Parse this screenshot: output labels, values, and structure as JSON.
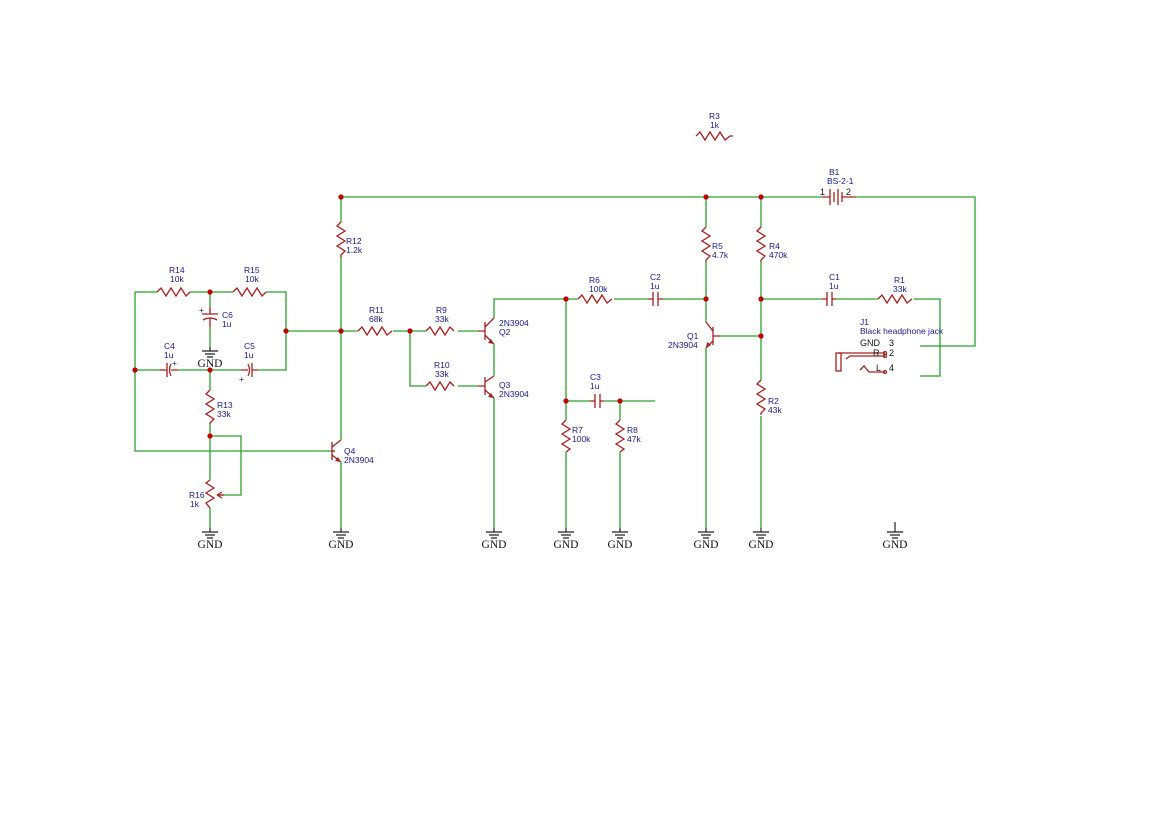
{
  "gnd_label": "GND",
  "components": {
    "R1": {
      "ref": "R1",
      "value": "33k"
    },
    "R2": {
      "ref": "R2",
      "value": "43k"
    },
    "R3": {
      "ref": "R3",
      "value": "1k"
    },
    "R4": {
      "ref": "R4",
      "value": "470k"
    },
    "R5": {
      "ref": "R5",
      "value": "4.7k"
    },
    "R6": {
      "ref": "R6",
      "value": "100k"
    },
    "R7": {
      "ref": "R7",
      "value": "100k"
    },
    "R8": {
      "ref": "R8",
      "value": "47k"
    },
    "R9": {
      "ref": "R9",
      "value": "33k"
    },
    "R10": {
      "ref": "R10",
      "value": "33k"
    },
    "R11": {
      "ref": "R11",
      "value": "68k"
    },
    "R12": {
      "ref": "R12",
      "value": "1.2k"
    },
    "R13": {
      "ref": "R13",
      "value": "33k"
    },
    "R14": {
      "ref": "R14",
      "value": "10k"
    },
    "R15": {
      "ref": "R15",
      "value": "10k"
    },
    "R16": {
      "ref": "R16",
      "value": "1k"
    },
    "C1": {
      "ref": "C1",
      "value": "1u"
    },
    "C2": {
      "ref": "C2",
      "value": "1u"
    },
    "C3": {
      "ref": "C3",
      "value": "1u"
    },
    "C4": {
      "ref": "C4",
      "value": "1u"
    },
    "C5": {
      "ref": "C5",
      "value": "1u"
    },
    "C6": {
      "ref": "C6",
      "value": "1u"
    },
    "Q1": {
      "ref": "Q1",
      "value": "2N3904"
    },
    "Q2": {
      "ref": "Q2",
      "value": "2N3904"
    },
    "Q3": {
      "ref": "Q3",
      "value": "2N3904"
    },
    "Q4": {
      "ref": "Q4",
      "value": "2N3904"
    },
    "B1": {
      "ref": "B1",
      "value": "BS-2-1",
      "pin1": "1",
      "pin2": "2"
    },
    "J1": {
      "ref": "J1",
      "value": "Black headphone jack",
      "pins": [
        "GND",
        "3",
        "R",
        "2",
        "L",
        "4"
      ]
    }
  }
}
